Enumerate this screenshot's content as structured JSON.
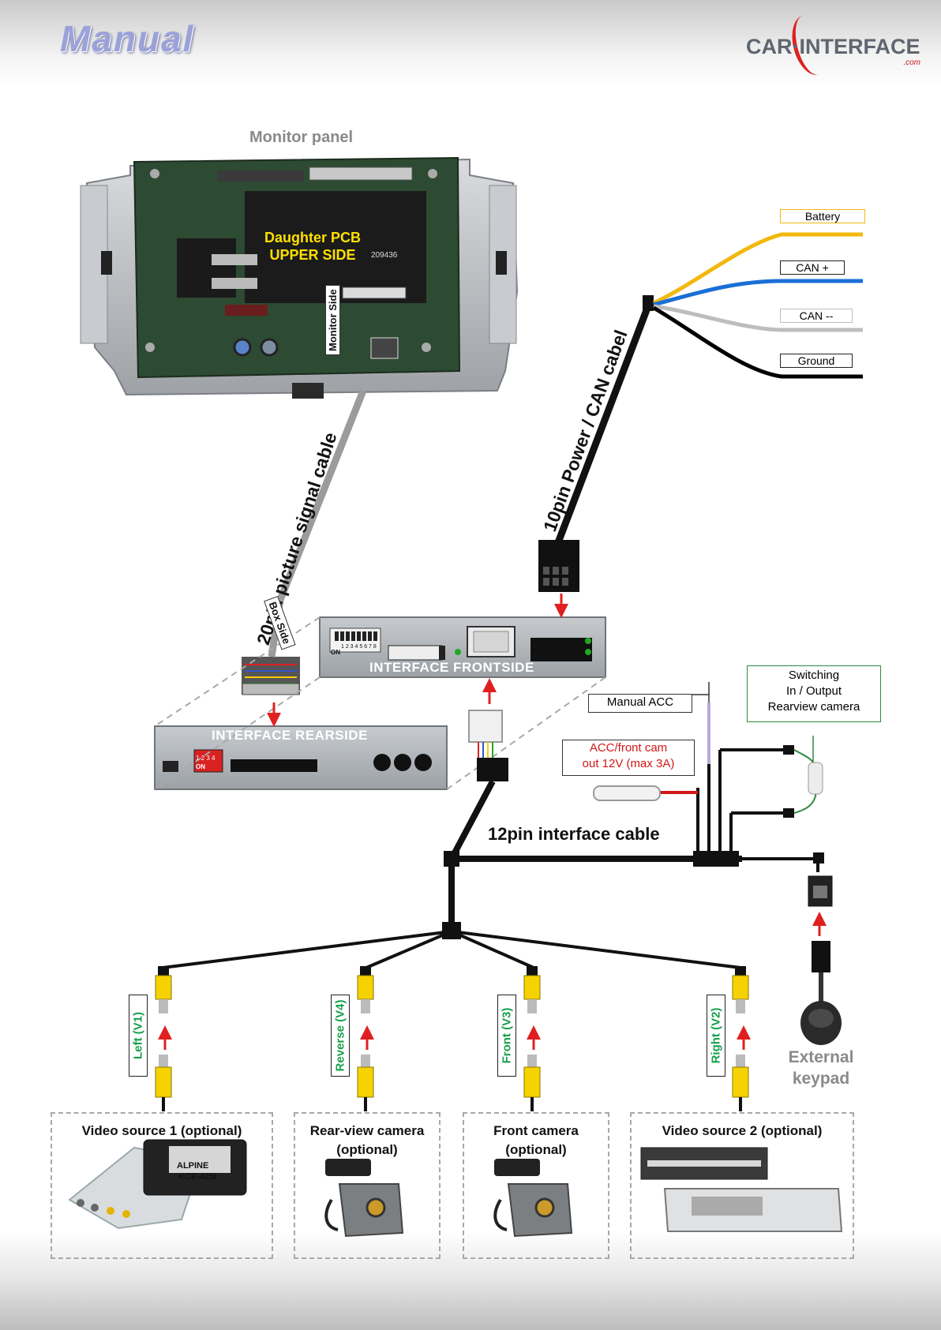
{
  "header": {
    "title": "Manual",
    "logo_text": "CAR·INTERFACE",
    "logo_sub": ".com"
  },
  "monitor": {
    "title": "Monitor panel",
    "pcb_label_1": "Daughter PCB",
    "pcb_label_2": "UPPER SIDE",
    "pcb_part_no": "209436",
    "tag_monitor_side": "Monitor Side"
  },
  "power_cable": {
    "label": "10pin Power / CAN cabel",
    "wires": [
      {
        "label": "Battery",
        "color": "#f2b80d",
        "box_color": "#f2b80d"
      },
      {
        "label": "CAN +",
        "color": "#1a6fd6",
        "box_color": "#222222"
      },
      {
        "label": "CAN --",
        "color": "#bdbdbd",
        "box_color": "#bdbdbd"
      },
      {
        "label": "Ground",
        "color": "#000000",
        "box_color": "#222222"
      }
    ]
  },
  "signal_cable": {
    "label": "20pin picture signal cable",
    "tag_box_side": "Box Side"
  },
  "interface": {
    "front_label": "INTERFACE  FRONTSIDE",
    "rear_label": "INTERFACE REARSIDE",
    "dip_label": "ON",
    "dip_numbers": "1 2 3 4 5 6 7 8",
    "dip_numbers_rear": "1 2 3 4"
  },
  "interface_cable": {
    "label": "12pin interface cable"
  },
  "notes": {
    "manual_acc": "Manual ACC",
    "acc_line_1": "ACC/front cam",
    "acc_line_2": "out  12V (max 3A)",
    "switch_line_1": "Switching",
    "switch_line_2": "In / Output",
    "switch_line_3": "Rearview camera",
    "keypad_line_1": "External",
    "keypad_line_2": "keypad"
  },
  "rca_inputs": [
    {
      "label": "Left (V1)"
    },
    {
      "label": "Reverse (V4)"
    },
    {
      "label": "Front  (V3)"
    },
    {
      "label": "Right  (V2)"
    }
  ],
  "sources": [
    {
      "title_1": "Video source 1 (optional)",
      "title_2": "",
      "device_text": "KCE-425I",
      "device_brand": "ALPINE"
    },
    {
      "title_1": "Rear-view camera",
      "title_2": "(optional)"
    },
    {
      "title_1": "Front camera",
      "title_2": "(optional)"
    },
    {
      "title_1": "Video source 2 (optional)",
      "title_2": ""
    }
  ],
  "colors": {
    "cable_black": "#111111",
    "signal_grey": "#9b9b9b",
    "arrow_red": "#e02020",
    "rca_yellow": "#f5d200",
    "note_red": "#d01818",
    "switch_green": "#2e8a3e",
    "acc_purple": "#b9a8d8"
  }
}
